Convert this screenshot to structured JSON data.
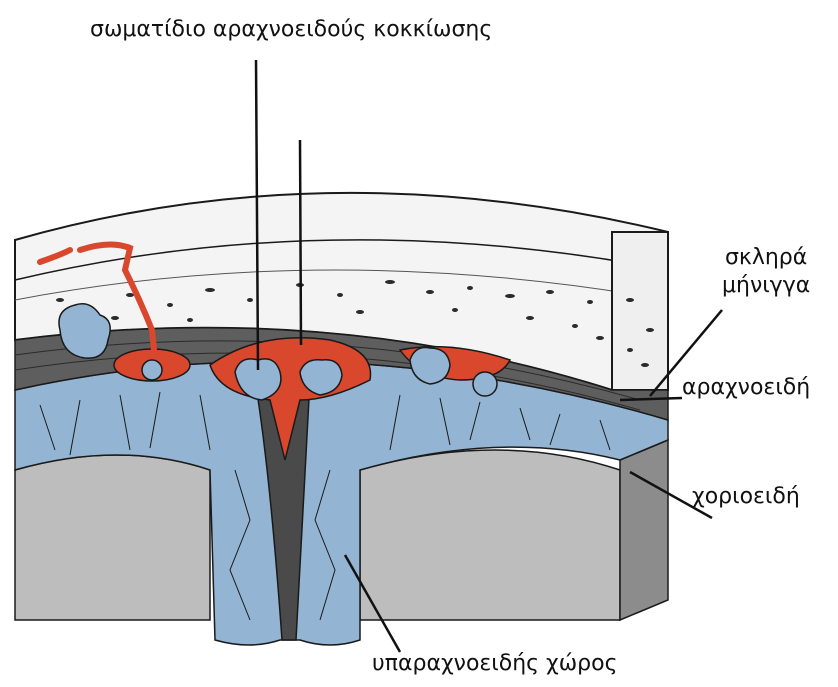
{
  "labels": {
    "granulation": "σωματίδιο αραχνοειδούς κοκκίωσης",
    "dura_line1": "σκληρά",
    "dura_line2": "μήνιγγα",
    "arachnoid": "αραχνοειδή",
    "pia": "χοριοειδή",
    "subarachnoid": "υπαραχνοειδής χώρος"
  },
  "colors": {
    "dura": "#5e5e5e",
    "arachnoid": "#93b4d2",
    "sinus": "#d9472c",
    "bone": "#f7f7f7",
    "brain": "#bdbdbd",
    "outline": "#1a1a1a"
  }
}
